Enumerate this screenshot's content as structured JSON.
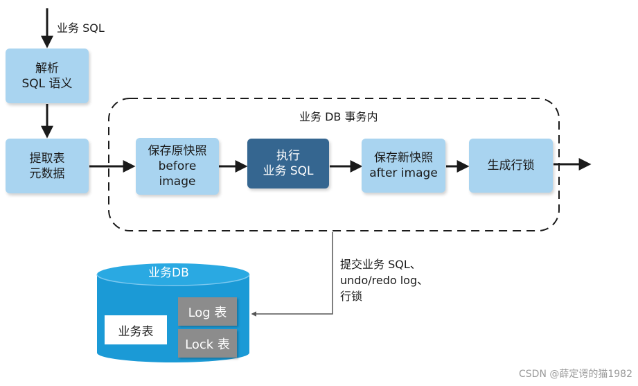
{
  "diagram": {
    "input_label": "业务 SQL",
    "nodes": {
      "parse": "解析\nSQL 语义",
      "extract": "提取表\n元数据",
      "before_image": "保存原快照\nbefore\nimage",
      "execute": "执行\n业务 SQL",
      "after_image": "保存新快照\nafter image",
      "row_lock": "生成行锁"
    },
    "transaction_label": "业务 DB 事务内",
    "commit_label": "提交业务 SQL、\nundo/redo log、\n行锁",
    "database": {
      "title": "业务DB",
      "business_table": "业务表",
      "log_table": "Log 表",
      "lock_table": "Lock 表"
    },
    "colors": {
      "light_box": "#a9d4f0",
      "dark_box": "#356690",
      "db_blue": "#1b9ad6",
      "gray_table": "#8c8c8c"
    }
  },
  "watermark": "CSDN @薛定谔的猫1982"
}
